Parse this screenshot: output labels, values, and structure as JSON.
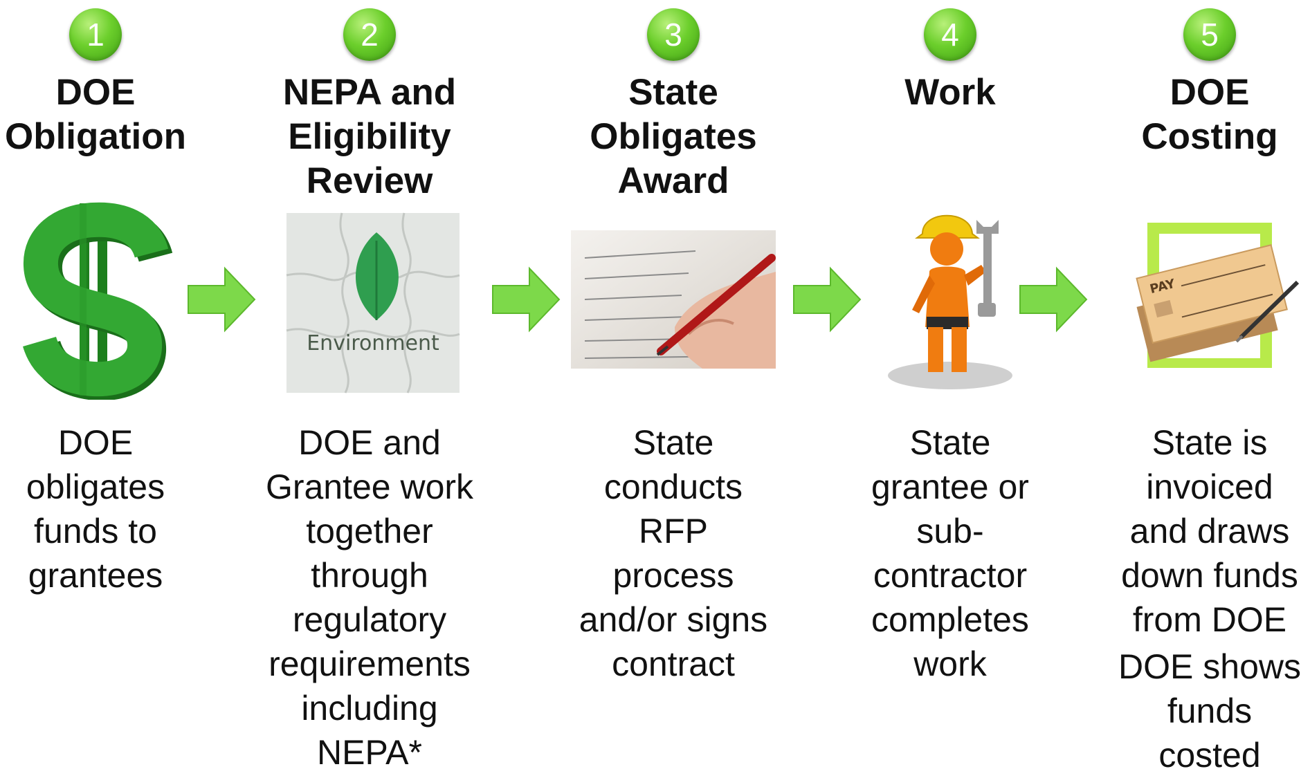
{
  "steps": [
    {
      "number": "1",
      "title": "DOE\nObligation",
      "icon": "dollar-sign-icon",
      "description": "DOE\nobligates\nfunds to\ngrantees"
    },
    {
      "number": "2",
      "title": "NEPA and\nEligibility\nReview",
      "icon": "environment-puzzle-icon",
      "image_text": "Environment",
      "description": "DOE and\nGrantee work\ntogether\nthrough\nregulatory\nrequirements\nincluding\nNEPA*"
    },
    {
      "number": "3",
      "title": "State\nObligates\nAward",
      "icon": "signing-contract-icon",
      "description": "State\nconducts\nRFP\nprocess\nand/or signs\ncontract"
    },
    {
      "number": "4",
      "title": "Work",
      "icon": "worker-with-wrench-icon",
      "description": "State\ngrantee or\nsub-\ncontractor\ncompletes\nwork"
    },
    {
      "number": "5",
      "title": "DOE\nCosting",
      "icon": "check-payment-icon",
      "image_text": "PAY",
      "description": "State is\ninvoiced\nand draws\ndown funds\nfrom DOE",
      "description2": "DOE shows\nfunds\ncosted"
    }
  ],
  "colors": {
    "badge": "#5cc01e",
    "arrow": "#7dd94a",
    "dollar": "#2a9a2a",
    "leaf": "#2f9e4f",
    "worker": "#f07c10",
    "check": "#f0c890"
  }
}
